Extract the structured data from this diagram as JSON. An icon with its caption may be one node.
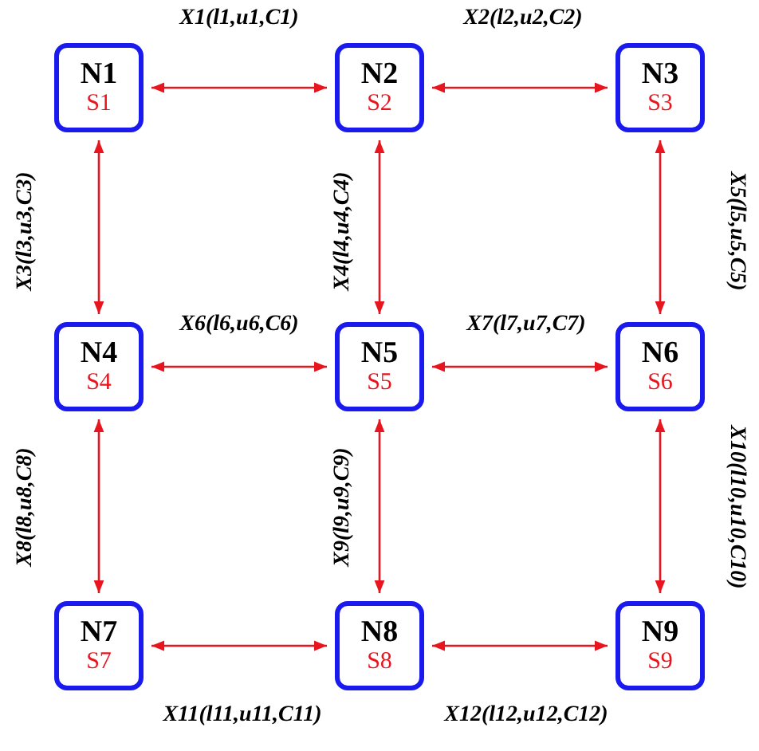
{
  "diagram": {
    "nodes": [
      {
        "text": [
          "N1",
          "S1"
        ]
      },
      {
        "text": [
          "N2",
          "S2"
        ]
      },
      {
        "text": [
          "N3",
          "S3"
        ]
      },
      {
        "text": [
          "N4",
          "S4"
        ]
      },
      {
        "text": [
          "N5",
          "S5"
        ]
      },
      {
        "text": [
          "N6",
          "S6"
        ]
      },
      {
        "text": [
          "N7",
          "S7"
        ]
      },
      {
        "text": [
          "N8",
          "S8"
        ]
      },
      {
        "text": [
          "N9",
          "S9"
        ]
      }
    ],
    "edges": [
      {
        "from": 0,
        "to": 1,
        "arrow": "both",
        "label": "X1(l1,u1,C1)"
      },
      {
        "from": 1,
        "to": 2,
        "arrow": "both",
        "label": "X2(l2,u2,C2)"
      },
      {
        "from": 0,
        "to": 3,
        "arrow": "both",
        "label": "X3(l3,u3,C3)"
      },
      {
        "from": 1,
        "to": 4,
        "arrow": "both",
        "label": "X4(l4,u4,C4)"
      },
      {
        "from": 2,
        "to": 5,
        "arrow": "both",
        "label": "X5(l5,u5,C5)"
      },
      {
        "from": 3,
        "to": 4,
        "arrow": "both",
        "label": "X6(l6,u6,C6)"
      },
      {
        "from": 4,
        "to": 5,
        "arrow": "both",
        "label": "X7(l7,u7,C7)"
      },
      {
        "from": 3,
        "to": 6,
        "arrow": "both",
        "label": "X8(l8,u8,C8)"
      },
      {
        "from": 4,
        "to": 7,
        "arrow": "both",
        "label": "X9(l9,u9,C9)"
      },
      {
        "from": 5,
        "to": 8,
        "arrow": "both",
        "label": "X10(l10,u10,C10)"
      },
      {
        "from": 6,
        "to": 7,
        "arrow": "both",
        "label": "X11(l11,u11,C11)"
      },
      {
        "from": 7,
        "to": 8,
        "arrow": "both",
        "label": "X12(l12,u12,C12)"
      }
    ]
  }
}
